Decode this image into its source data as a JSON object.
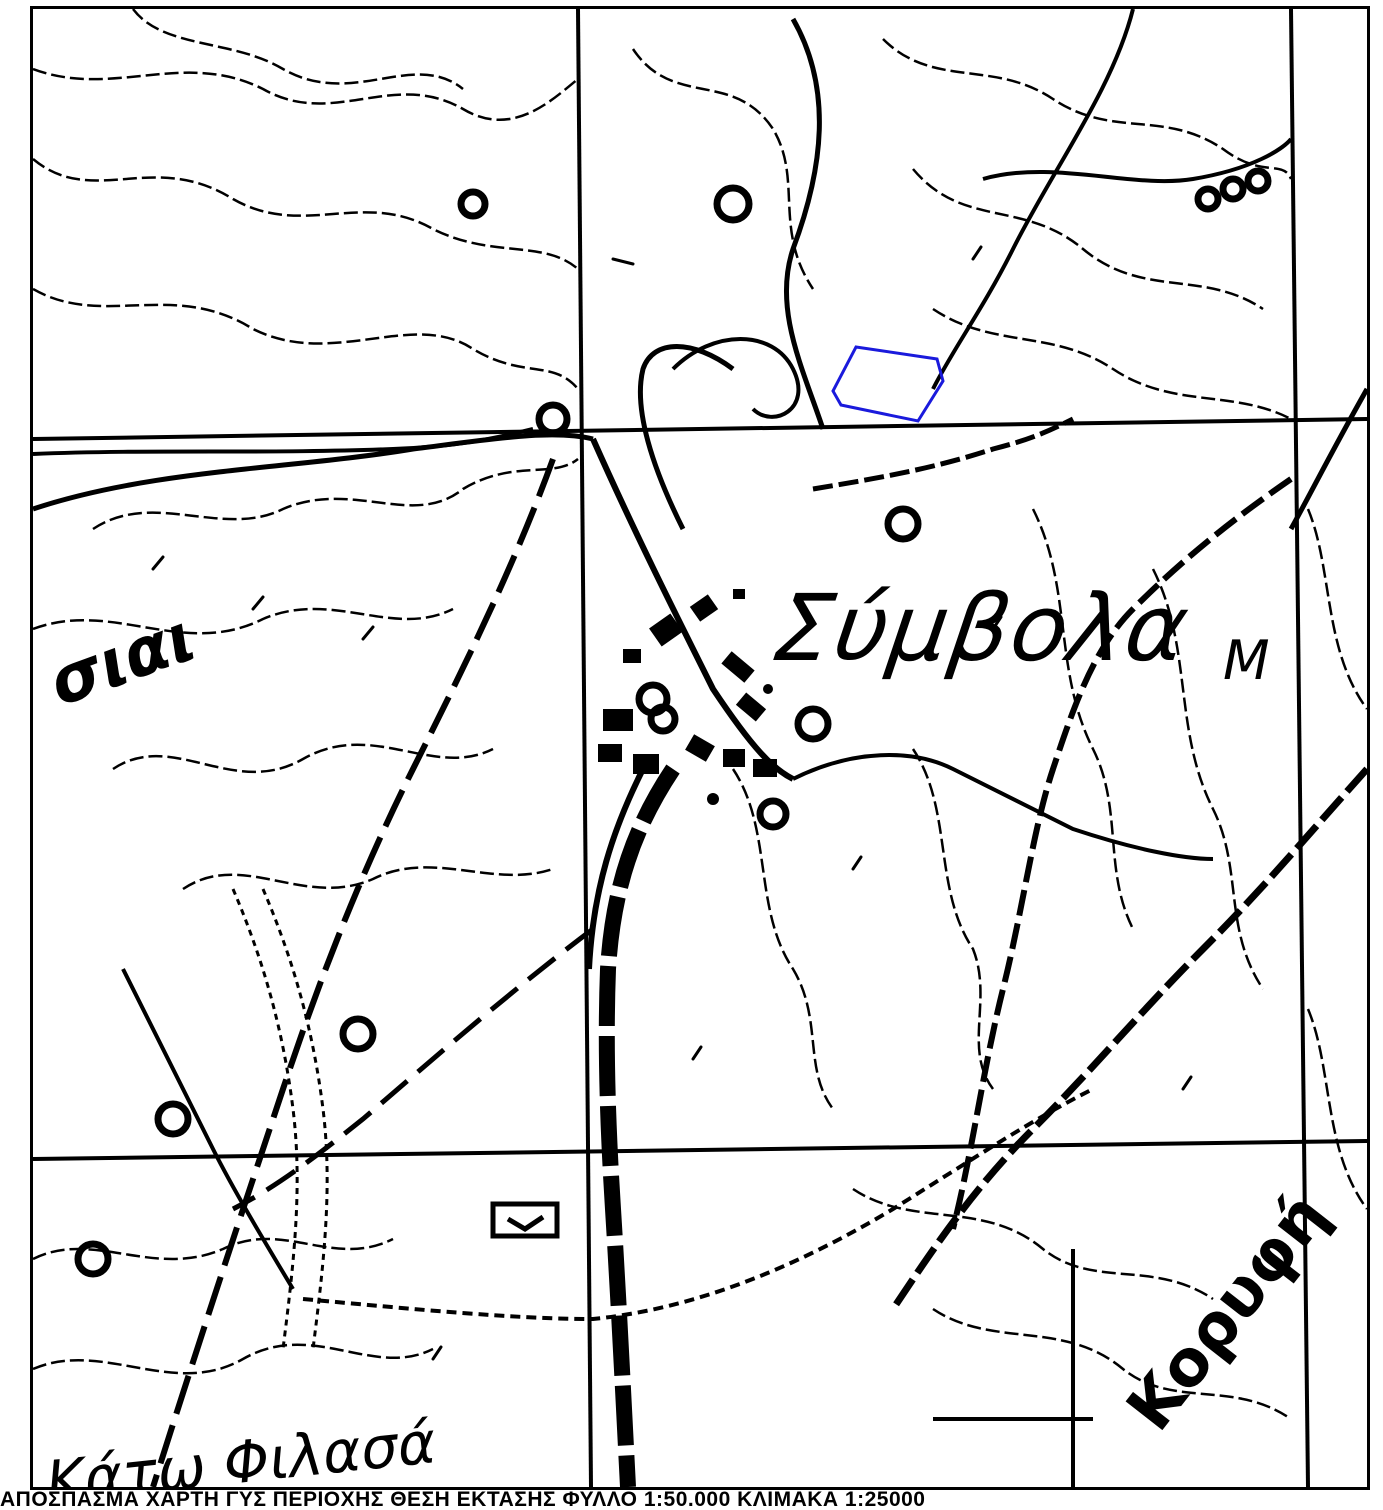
{
  "map": {
    "place_labels": {
      "village": "Σύμβολα",
      "left_edge": "σιαι",
      "bottom": "Κάτω Φιλασά",
      "bottom_right": "Κορυφή",
      "mark": "Μ"
    },
    "highlight_color": "#1a1adc",
    "line_color": "#000000",
    "background_color": "#ffffff"
  },
  "caption": "ΑΠΟΣΠΑΣΜΑ ΧΑΡΤΗ ΓΥΣ ΠΕΡΙΟΧΗΣ ΘΕΣΗ ΕΚΤΑΣΗΣ ΦΥΛΛΟ 1:50.000 ΚΛΙΜΑΚΑ 1:25000"
}
